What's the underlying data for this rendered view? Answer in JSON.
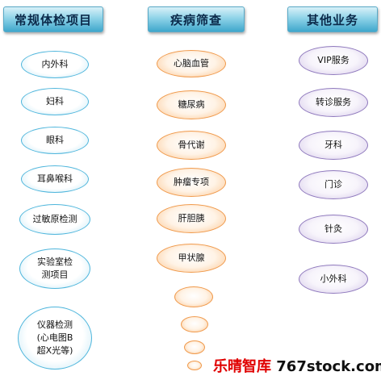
{
  "headers": {
    "routine": "常规体检项目",
    "disease": "疾病筛查",
    "other": "其他业务"
  },
  "routine_items": [
    "内外科",
    "妇科",
    "眼科",
    "耳鼻喉科",
    "过敏原检测",
    "实验室检\n测项目",
    "仪器检测\n(心电图B\n超X光等)"
  ],
  "disease_items": [
    "心脑血管",
    "糖尿病",
    "骨代谢",
    "肿瘤专项",
    "肝胆胰",
    "甲状腺"
  ],
  "other_items": [
    "VIP服务",
    "转诊服务",
    "牙科",
    "门诊",
    "针灸",
    "小外科"
  ],
  "watermark": {
    "brand": "乐晴智库",
    "url": "767stock.com"
  }
}
